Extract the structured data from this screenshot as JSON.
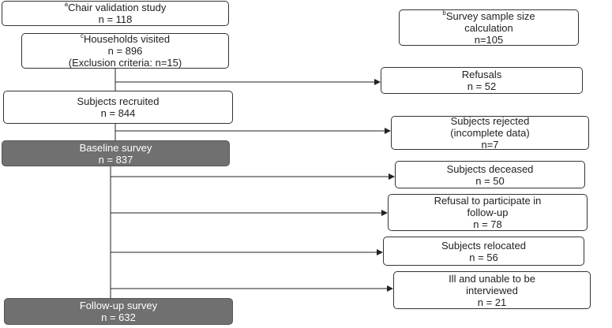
{
  "boxes": {
    "chair": {
      "sup": "a",
      "lines": [
        "Chair validation study",
        "n = 118"
      ]
    },
    "survey_calc": {
      "sup": "b",
      "lines": [
        "Survey sample size",
        "calculation",
        "n=105"
      ]
    },
    "households": {
      "sup": "c",
      "lines": [
        "Households visited",
        "n = 896",
        "(Exclusion criteria: n=15)"
      ]
    },
    "refusals": {
      "lines": [
        "Refusals",
        "n = 52"
      ]
    },
    "recruited": {
      "lines": [
        "Subjects recruited",
        "n = 844"
      ]
    },
    "rejected": {
      "lines": [
        "Subjects rejected",
        "(incomplete data)",
        "n=7"
      ]
    },
    "baseline": {
      "lines": [
        "Baseline survey",
        "n = 837"
      ]
    },
    "deceased": {
      "lines": [
        "Subjects deceased",
        "n = 50"
      ]
    },
    "refusal_followup": {
      "lines": [
        "Refusal to participate in",
        "follow-up",
        "n = 78"
      ]
    },
    "relocated": {
      "lines": [
        "Subjects relocated",
        "n = 56"
      ]
    },
    "ill": {
      "lines": [
        "Ill and unable to be",
        "interviewed",
        "n = 21"
      ]
    },
    "followup": {
      "lines": [
        "Follow-up survey",
        "n = 632"
      ]
    }
  }
}
